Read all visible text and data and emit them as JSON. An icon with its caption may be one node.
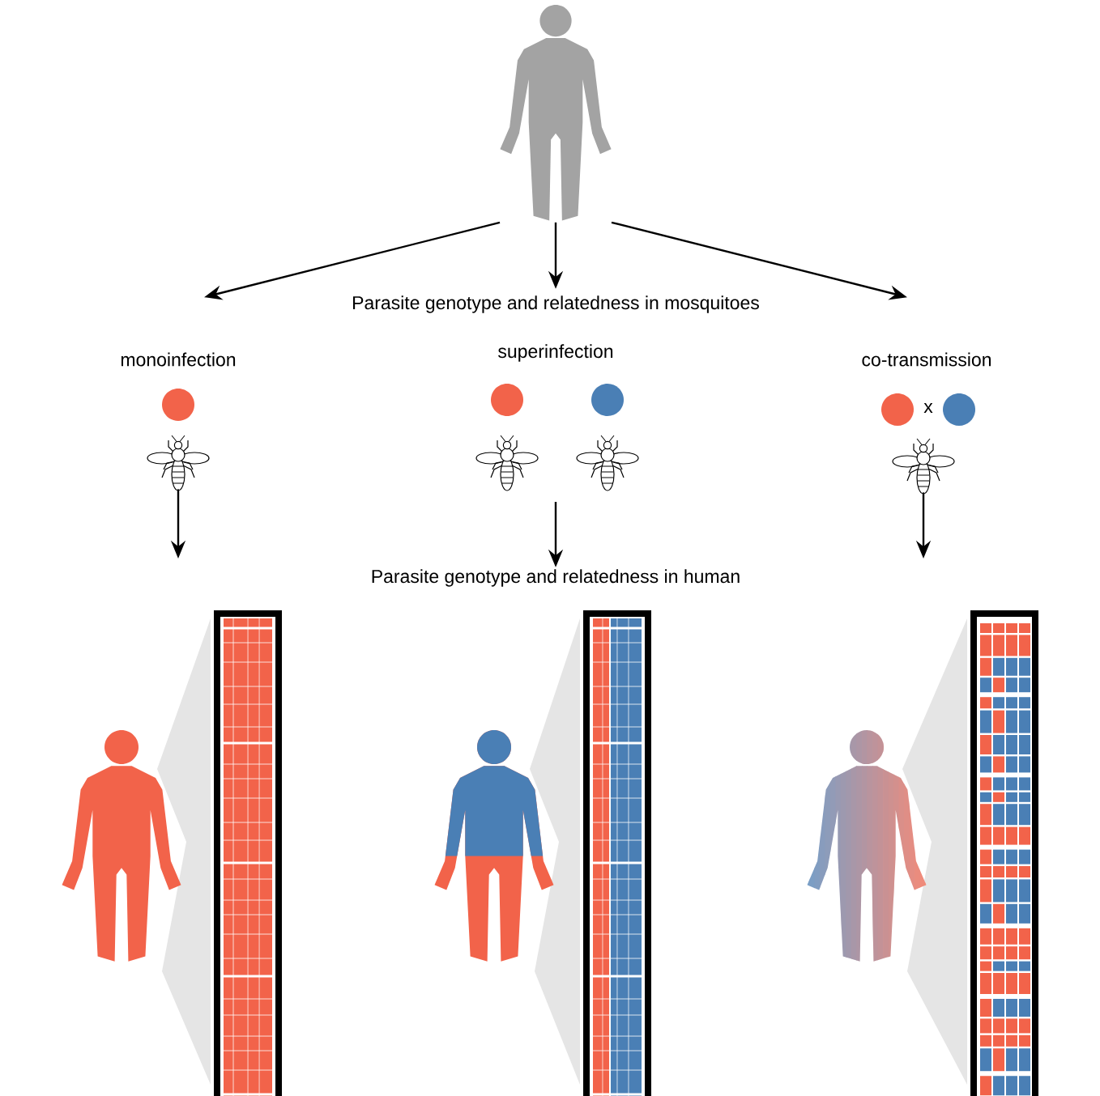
{
  "diagram": {
    "nodes": [
      {
        "text": [],
        "shape": "person"
      },
      {
        "text": [
          "Parasite genotype and relatedness in mosquitoes"
        ]
      },
      {
        "text": [
          "monoinfection"
        ]
      },
      {
        "text": [
          "superinfection"
        ]
      },
      {
        "text": [
          "co-transmission"
        ]
      },
      {
        "text": [],
        "shape": "picture"
      },
      {
        "text": [],
        "shape": "picture"
      },
      {
        "text": [],
        "shape": "picture"
      },
      {
        "text": [],
        "shape": "picture"
      },
      {
        "text": [
          "Parasite genotype and relatedness in human"
        ]
      },
      {
        "text": [],
        "shape": "person"
      },
      {
        "text": [],
        "shape": "person"
      },
      {
        "text": [],
        "shape": "person"
      }
    ],
    "edges": [
      {
        "from": 0,
        "to": 2,
        "arrow": "to"
      },
      {
        "from": 0,
        "to": 1,
        "arrow": "to"
      },
      {
        "from": 0,
        "to": 4,
        "arrow": "to"
      },
      {
        "from": 5,
        "to": null,
        "arrow": "to"
      },
      {
        "from": null,
        "to": 9,
        "arrow": "to"
      },
      {
        "from": 8,
        "to": null,
        "arrow": "to"
      }
    ],
    "labels": [
      "x"
    ]
  }
}
